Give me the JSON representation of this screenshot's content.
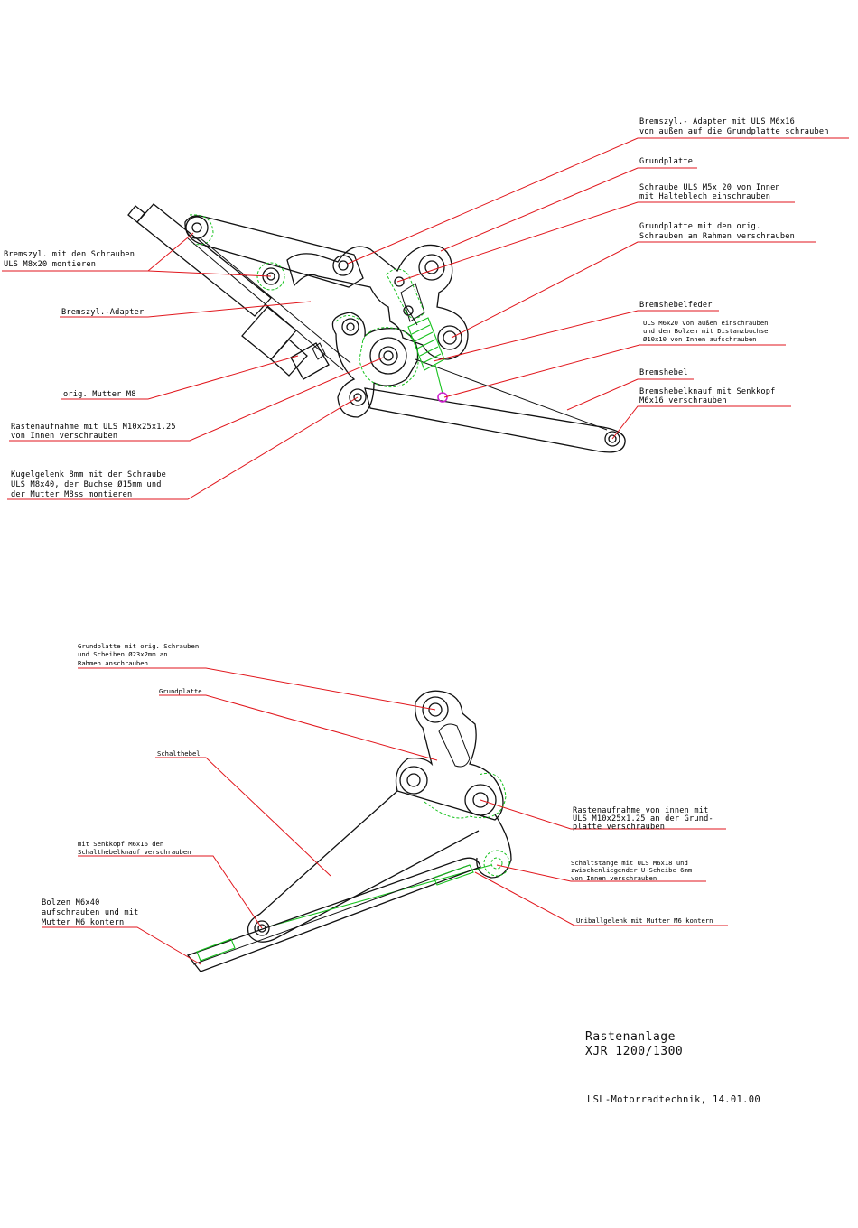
{
  "drawing": {
    "title_line1": "Rastenanlage",
    "title_line2": "XJR 1200/1300",
    "footer": "LSL-Motorradtechnik, 14.01.00",
    "colors": {
      "part": "#111111",
      "construction": "#16c21d",
      "leader": "#e1161c",
      "highlight": "#d020d0"
    }
  },
  "brake_labels": {
    "adapter_m6x16": [
      "Bremszyl.- Adapter mit ULS M6x16",
      "von außen auf die Grundplatte schrauben"
    ],
    "grundplatte": [
      "Grundplatte"
    ],
    "schraube_m5x20": [
      "Schraube ULS M5x 20 von Innen",
      "mit Halteblech einschrauben"
    ],
    "grundplatte_orig": [
      "Grundplatte mit den orig.",
      "Schrauben am Rahmen verschrauben"
    ],
    "bremshebelfeder": [
      "Bremshebelfeder"
    ],
    "m6x20_bolzen": [
      "ULS M6x20 von außen einschrauben",
      "und den Bolzen mit Distanzbuchse",
      "Ø10x10 von Innen aufschrauben"
    ],
    "bremshebel": [
      "Bremshebel"
    ],
    "bremshebelknauf": [
      "Bremshebelknauf mit Senkkopf",
      "M6x16 verschrauben"
    ],
    "bremszyl_m8x20": [
      "Bremszyl. mit den Schrauben",
      "ULS M8x20 montieren"
    ],
    "bremszyl_adapter": [
      "Bremszyl.-Adapter"
    ],
    "mutter_m8": [
      "orig. Mutter M8"
    ],
    "rastenaufnahme": [
      "Rastenaufnahme mit ULS M10x25x1.25",
      "von Innen verschrauben"
    ],
    "kugelgelenk": [
      "Kugelgelenk 8mm mit der Schraube",
      "ULS M8x40, der Buchse Ø15mm und",
      "der Mutter M8ss montieren"
    ]
  },
  "shift_labels": {
    "grundplatte_orig": [
      "Grundplatte mit orig. Schrauben",
      "und Scheiben Ø23x2mm an",
      "Rahmen anschrauben"
    ],
    "grundplatte": [
      "Grundplatte"
    ],
    "schalthebel": [
      "Schalthebel"
    ],
    "senkkopf": [
      "mit Senkkopf M6x16 den",
      "Schalthebelknauf verschrauben"
    ],
    "bolzen": [
      "Bolzen M6x40",
      "aufschrauben und mit",
      "Mutter M6 kontern"
    ],
    "rastenaufnahme": [
      "Rastenaufnahme von innen mit",
      "ULS M10x25x1.25 an der Grund-",
      "platte verschrauben"
    ],
    "schaltstange": [
      "Schaltstange mit ULS M6x18 und",
      "zwischenliegender U-Scheibe 6mm",
      "von Innen verschrauben"
    ],
    "uniball": [
      "Uniballgelenk mit Mutter M6 kontern"
    ]
  }
}
